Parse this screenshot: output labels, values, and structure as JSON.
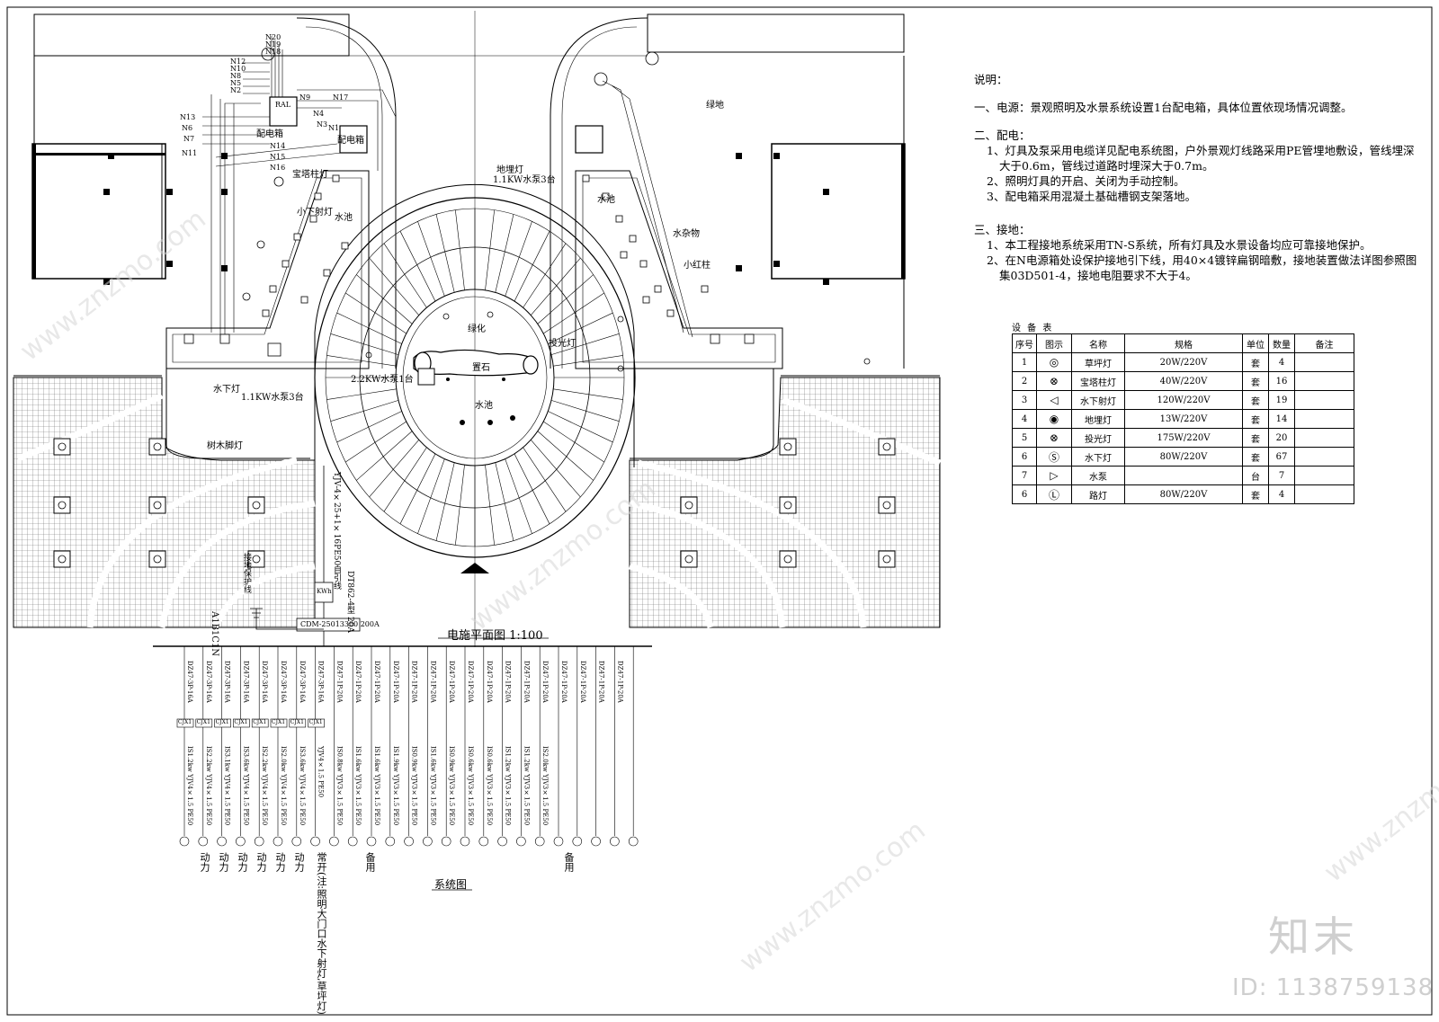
{
  "notes": {
    "heading": "说明：",
    "s1": "一、电源：景观照明及水景系统设置1台配电箱，具体位置依现场情况调整。",
    "s2": "二、配电：",
    "s2_1": "1、灯具及泵采用电缆详见配电系统图，户外景观灯线路采用PE管埋地敷设，管线埋深大于0.6m，管线过道路时埋深大于0.7m。",
    "s2_2": "2、照明灯具的开启、关闭为手动控制。",
    "s2_3": "3、配电箱采用混凝土基础槽钢支架落地。",
    "s3": "三、接地：",
    "s3_1": "1、本工程接地系统采用TN-S系统，所有灯具及水景设备均应可靠接地保护。",
    "s3_2": "2、在N电源箱处设保护接地引下线，用40×4镀锌扁钢暗敷，接地装置做法详图参照图集03D501-4，接地电阻要求不大于4。"
  },
  "equipment": {
    "title": "设 备 表",
    "headers": [
      "序号",
      "图示",
      "名称",
      "规格",
      "单位",
      "数量",
      "备注"
    ],
    "rows": [
      {
        "no": "1",
        "symbol": "◎",
        "name": "草坪灯",
        "spec": "20W/220V",
        "unit": "套",
        "qty": "4"
      },
      {
        "no": "2",
        "symbol": "⊗",
        "name": "宝塔柱灯",
        "spec": "40W/220V",
        "unit": "套",
        "qty": "16"
      },
      {
        "no": "3",
        "symbol": "◁",
        "name": "水下射灯",
        "spec": "120W/220V",
        "unit": "套",
        "qty": "19"
      },
      {
        "no": "4",
        "symbol": "◉",
        "name": "地埋灯",
        "spec": "13W/220V",
        "unit": "套",
        "qty": "14"
      },
      {
        "no": "5",
        "symbol": "⊗",
        "name": "投光灯",
        "spec": "175W/220V",
        "unit": "套",
        "qty": "20"
      },
      {
        "no": "6",
        "symbol": "Ⓢ",
        "name": "水下灯",
        "spec": "80W/220V",
        "unit": "套",
        "qty": "67"
      },
      {
        "no": "7",
        "symbol": "▷",
        "name": "水泵",
        "spec": "",
        "unit": "台",
        "qty": "7"
      },
      {
        "no": "6",
        "symbol": "Ⓛ",
        "name": "路灯",
        "spec": "80W/220V",
        "unit": "套",
        "qty": "4"
      }
    ]
  },
  "plan": {
    "title": "电施平面图 1:100",
    "labels": {
      "distbox_left": "配电箱",
      "distbox_center": "配电箱",
      "pagoda": "宝塔柱灯",
      "underwater_spot": "小下射灯",
      "water_left": "水池",
      "pump_left": "1.1KW水泵3台",
      "underwater_left": "水下灯",
      "tree_light": "树木脚灯",
      "greenery": "绿地",
      "buried_light": "地埋灯",
      "pump_right": "1.1KW水泵3台",
      "water_right": "水池",
      "water_play": "水杂物",
      "small_red": "小红柱",
      "green_center": "绿化",
      "rock": "置石",
      "water_center": "水池",
      "flood": "投光灯",
      "pump_center": "2.2KW水泵1台",
      "ral": "RAL"
    },
    "circuits_left": [
      "N12",
      "N10",
      "N8",
      "N5",
      "N2",
      "N20",
      "N19",
      "N18"
    ],
    "circuits_mid": [
      "N13",
      "N6",
      "N7",
      "N11",
      "N14",
      "N15",
      "N16",
      "N9",
      "N3",
      "N17",
      "N4",
      "N1"
    ]
  },
  "system": {
    "title": "系统图",
    "meter": "DT862-4型 20A",
    "main_breaker": "CDM-25013300 200A",
    "incoming": "A1B1C1N",
    "grounding": "接地保护线",
    "feed_cable": "YJV-4×25+1×16PE50自引线",
    "kwh": "KWh",
    "branches_breaker": [
      "DZ47-3P-16A",
      "DZ47-3P-16A",
      "DZ47-3P-16A",
      "DZ47-3P-16A",
      "DZ47-3P-16A",
      "DZ47-3P-16A",
      "DZ47-3P-16A",
      "DZ47-3P-16A",
      "DZ47-1P-20A",
      "DZ47-1P-20A",
      "DZ47-1P-20A",
      "DZ47-1P-20A",
      "DZ47-1P-20A",
      "DZ47-1P-20A",
      "DZ47-1P-20A",
      "DZ47-1P-20A",
      "DZ47-1P-20A",
      "DZ47-1P-20A",
      "DZ47-1P-20A",
      "DZ47-1P-20A",
      "DZ47-1P-20A",
      "DZ47-1P-20A",
      "DZ47-1P-20A",
      "DZ47-1P-20A"
    ],
    "contactor": "CJX1",
    "branches_cable": [
      "IS1.2kw YJV4×1.5 PE50",
      "IS2.2kw YJV4×1.5 PE50",
      "IS3.1kw YJV4×1.5 PE50",
      "IS3.6kw YJV4×1.5 PE50",
      "IS2.2kw YJV4×1.5 PE50",
      "IS2.0kw YJV4×1.5 PE50",
      "IS3.6kw YJV4×1.5 PE50",
      "YJV4×1.5 PE50",
      "IS0.8kw YJV3×1.5 PE50",
      "IS1.6kw YJV3×1.5 PE50",
      "IS1.6kw YJV3×1.5 PE50",
      "IS1.9kw YJV3×1.5 PE50",
      "IS0.9kw YJV3×1.5 PE50",
      "IS1.6kw YJV3×1.5 PE50",
      "IS0.9kw YJV3×1.5 PE50",
      "IS0.6kw YJV3×1.5 PE50",
      "IS0.6kw YJV3×1.5 PE50",
      "IS1.2kw YJV3×1.5 PE50",
      "IS1.2kw YJV3×1.5 PE50",
      "IS2.0kw YJV3×1.5 PE50"
    ],
    "loads": [
      "动力",
      "动力",
      "动力",
      "动力",
      "动力",
      "动力",
      "常开(注:照明大门口水下射灯,草坪灯)",
      "备用",
      "备用"
    ]
  },
  "watermark": {
    "logo": "知末",
    "id": "ID: 1138759138",
    "site": "www.znzmo.com"
  }
}
